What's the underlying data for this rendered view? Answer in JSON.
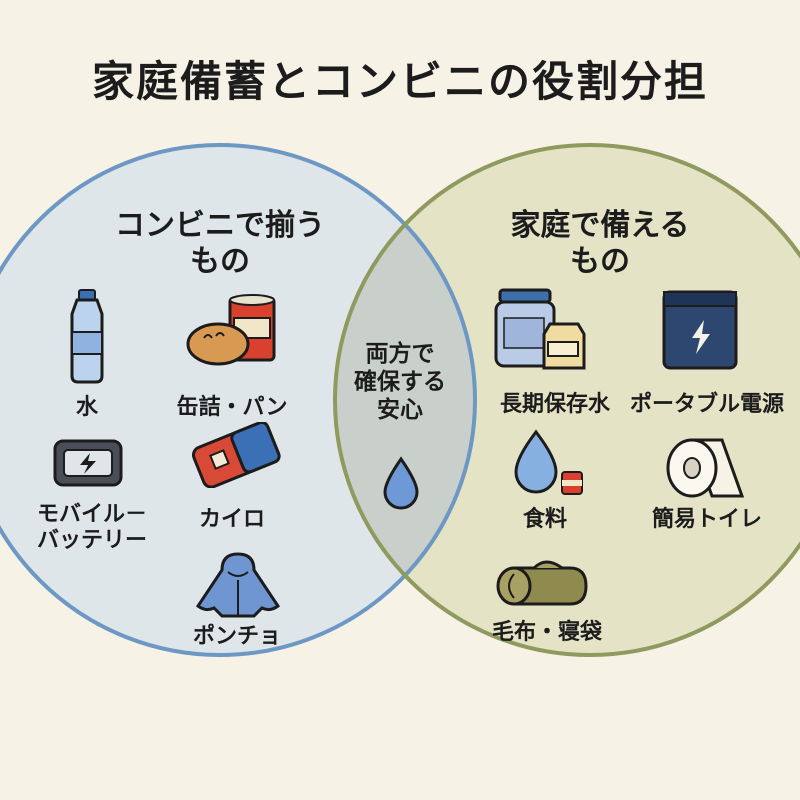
{
  "title": "家庭備蓄とコンビニの役割分担",
  "left": {
    "heading_line1": "コンビニで揃う",
    "heading_line2": "もの",
    "items": [
      "水",
      "缶詰・パン",
      "モバイル－",
      "バッテリー",
      "カイロ",
      "ポンチョ"
    ]
  },
  "right": {
    "heading_line1": "家庭で備える",
    "heading_line2": "もの",
    "items": [
      "長期保存水",
      "ポータブル電源",
      "食料",
      "簡易トイレ",
      "毛布・寝袋"
    ]
  },
  "center": {
    "line1": "両方で",
    "line2": "確保する",
    "line3": "安心"
  },
  "colors": {
    "left_fill": "#dfe6ea",
    "left_stroke": "#6e98c4",
    "right_fill": "#e4e3c6",
    "right_stroke": "#8f9a5f",
    "overlap_fill": "#c9cfca"
  },
  "icons": [
    "water-bottle-icon",
    "bread-can-icon",
    "battery-icon",
    "heat-pack-icon",
    "poncho-icon",
    "storage-jar-icon",
    "portable-power-icon",
    "drop-food-icon",
    "toilet-paper-icon",
    "blanket-icon",
    "center-drop-icon"
  ]
}
